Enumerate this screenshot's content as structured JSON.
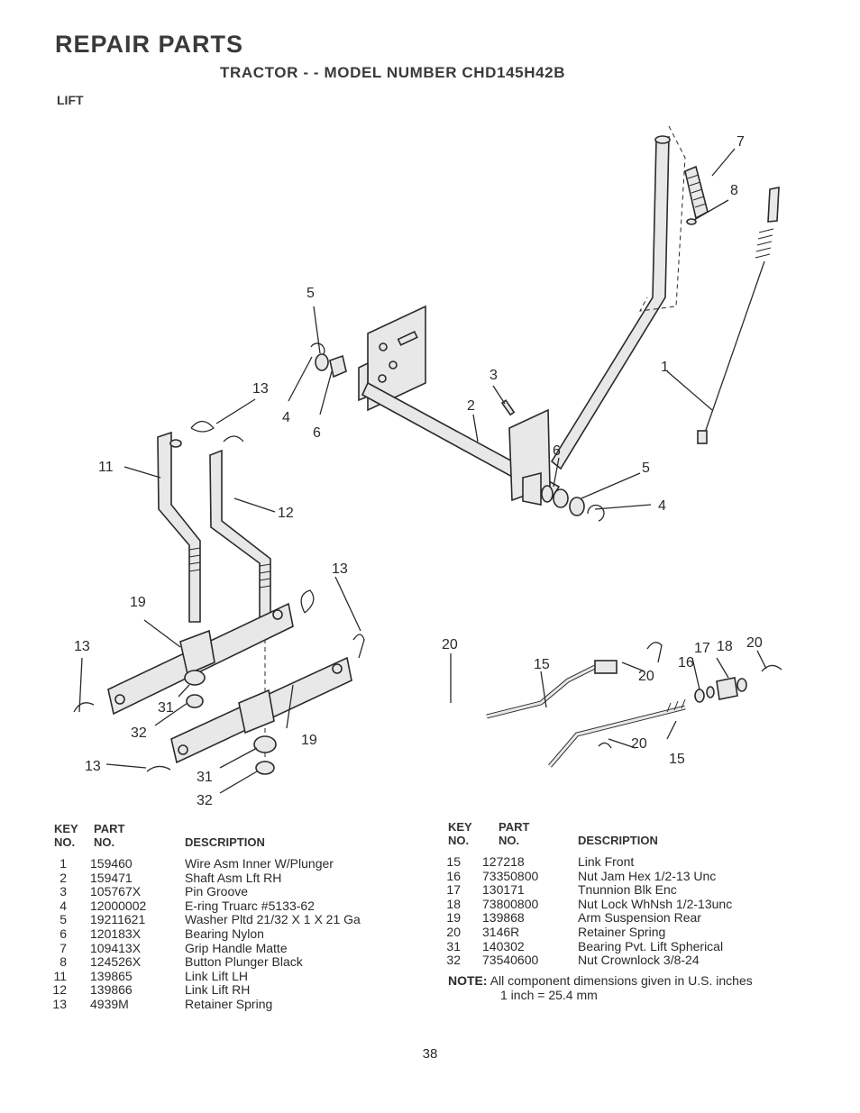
{
  "header": {
    "title": "REPAIR PARTS",
    "subtitle": "TRACTOR - - MODEL NUMBER CHD145H42B",
    "section": "LIFT"
  },
  "diagram": {
    "callouts": [
      "7",
      "8",
      "5",
      "1",
      "13",
      "4",
      "6",
      "3",
      "2",
      "11",
      "12",
      "6",
      "5",
      "4",
      "13",
      "19",
      "13",
      "20",
      "15",
      "17",
      "18",
      "20",
      "16",
      "20",
      "31",
      "32",
      "19",
      "13",
      "31",
      "32",
      "20",
      "15"
    ]
  },
  "table_headers": {
    "key_line1": "KEY",
    "key_line2": "NO.",
    "part_line1": "PART",
    "part_line2": "NO.",
    "description": "DESCRIPTION"
  },
  "parts_left": [
    {
      "key": "1",
      "part": "159460",
      "desc": "Wire Asm Inner W/Plunger"
    },
    {
      "key": "2",
      "part": "159471",
      "desc": "Shaft Asm Lft RH"
    },
    {
      "key": "3",
      "part": "105767X",
      "desc": "Pin Groove"
    },
    {
      "key": "4",
      "part": "12000002",
      "desc": "E-ring Truarc #5133-62"
    },
    {
      "key": "5",
      "part": "19211621",
      "desc": "Washer Pltd 21/32 X 1 X 21 Ga"
    },
    {
      "key": "6",
      "part": "120183X",
      "desc": "Bearing Nylon"
    },
    {
      "key": "7",
      "part": "109413X",
      "desc": "Grip Handle Matte"
    },
    {
      "key": "8",
      "part": "124526X",
      "desc": "Button Plunger Black"
    },
    {
      "key": "11",
      "part": "139865",
      "desc": "Link Lift LH"
    },
    {
      "key": "12",
      "part": "139866",
      "desc": "Link Lift RH"
    },
    {
      "key": "13",
      "part": "4939M",
      "desc": "Retainer Spring"
    }
  ],
  "parts_right": [
    {
      "key": "15",
      "part": "127218",
      "desc": "Link Front"
    },
    {
      "key": "16",
      "part": "73350800",
      "desc": "Nut Jam Hex 1/2-13 Unc"
    },
    {
      "key": "17",
      "part": "130171",
      "desc": "Tnunnion Blk Enc"
    },
    {
      "key": "18",
      "part": "73800800",
      "desc": "Nut Lock WhNsh 1/2-13unc"
    },
    {
      "key": "19",
      "part": "139868",
      "desc": "Arm Suspension Rear"
    },
    {
      "key": "20",
      "part": "3146R",
      "desc": "Retainer Spring"
    },
    {
      "key": "31",
      "part": "140302",
      "desc": "Bearing Pvt. Lift Spherical"
    },
    {
      "key": "32",
      "part": "73540600",
      "desc": "Nut Crownlock 3/8-24"
    }
  ],
  "note": {
    "label": "NOTE:",
    "text": "All component dimensions given in U.S. inches",
    "conversion": "1 inch = 25.4 mm"
  },
  "page_number": "38"
}
